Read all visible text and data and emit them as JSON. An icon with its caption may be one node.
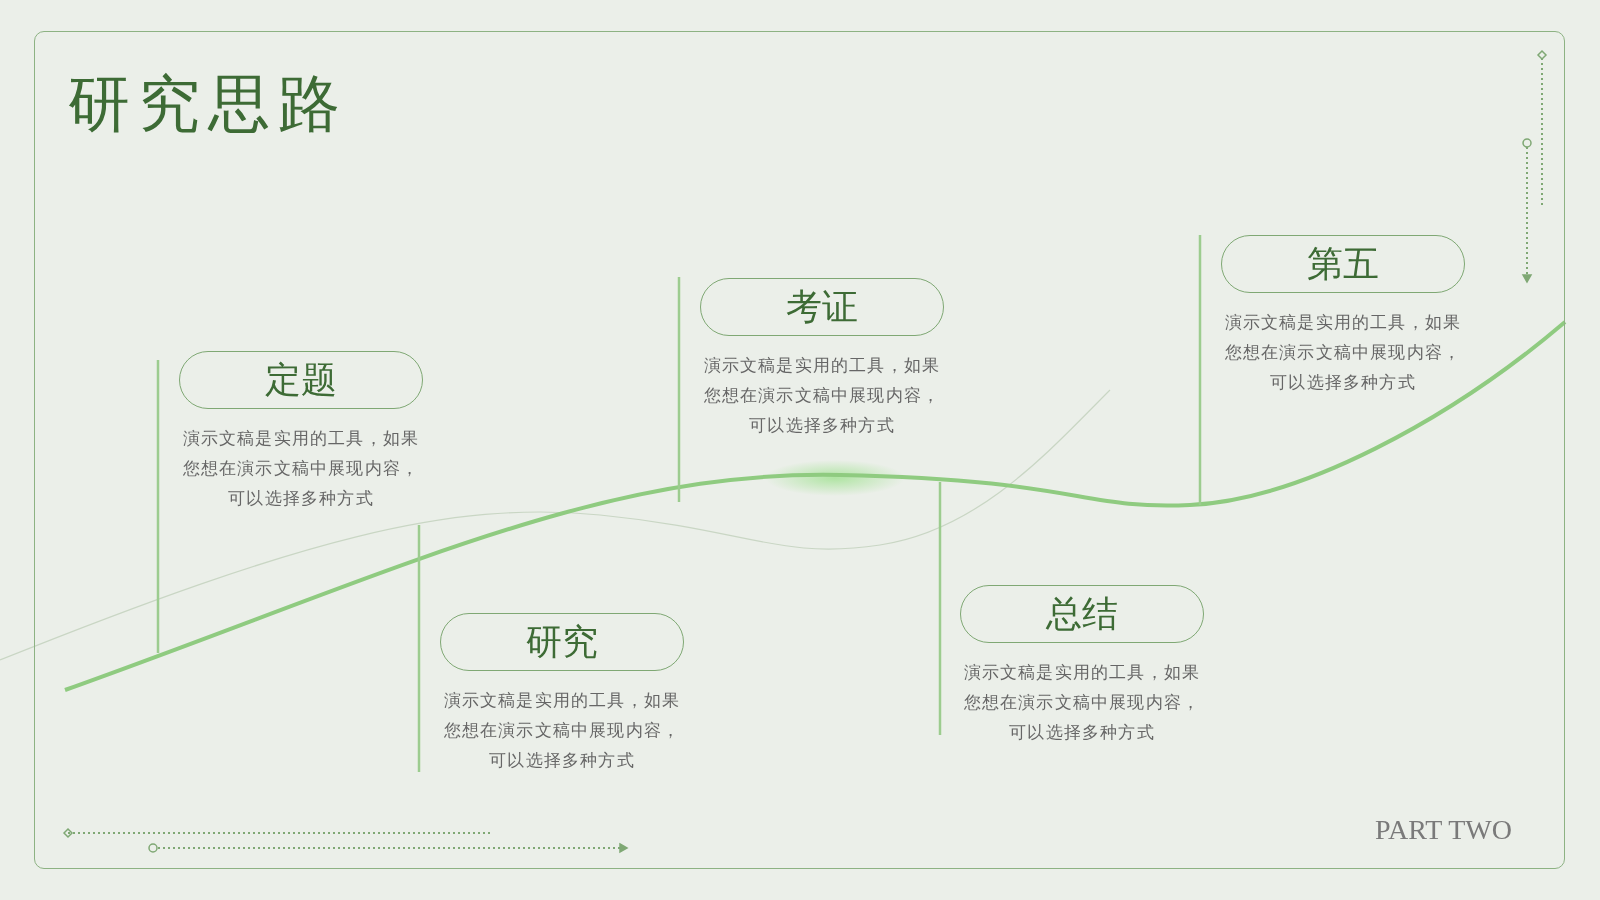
{
  "diagram": {
    "title": "研究思路",
    "nodes": [
      {
        "text": [
          "定题",
          "演示文稿是实用的工具，如果您想在演示文稿中展现内容，可以选择多种方式"
        ]
      },
      {
        "text": [
          "研究",
          "演示文稿是实用的工具，如果您想在演示文稿中展现内容，可以选择多种方式"
        ]
      },
      {
        "text": [
          "考证",
          "演示文稿是实用的工具，如果您想在演示文稿中展现内容，可以选择多种方式"
        ]
      },
      {
        "text": [
          "总结",
          "演示文稿是实用的工具，如果您想在演示文稿中展现内容，可以选择多种方式"
        ]
      },
      {
        "text": [
          "第五",
          "演示文稿是实用的工具，如果您想在演示文稿中展现内容，可以选择多种方式"
        ]
      }
    ],
    "labels": [
      "PART TWO"
    ]
  }
}
